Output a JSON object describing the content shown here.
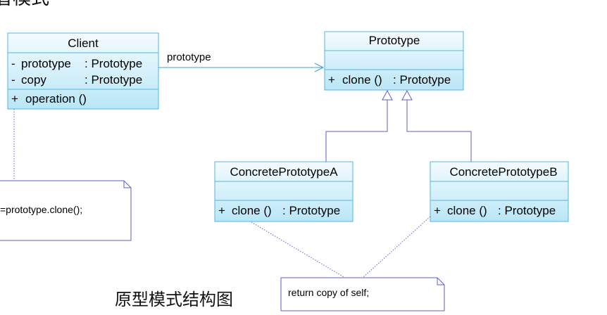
{
  "colors": {
    "class_fill_top": "#f4fbff",
    "class_fill_bottom": "#b9e6f7",
    "class_border": "#52b7e0",
    "note_border": "#5d61c6",
    "line_color": "#5d61c6",
    "assoc_color": "#3a9fd0"
  },
  "top_partial_text": "者模式",
  "classes": {
    "client": {
      "name": "Client",
      "attributes": [
        {
          "visibility": "-",
          "name": "prototype",
          "type": ": Prototype"
        },
        {
          "visibility": "-",
          "name": "copy",
          "type": ": Prototype"
        }
      ],
      "operations": [
        {
          "visibility": "+",
          "name": "operation ()"
        }
      ]
    },
    "prototype": {
      "name": "Prototype",
      "operations": [
        {
          "visibility": "+",
          "name": "clone ()",
          "type": ": Prototype"
        }
      ]
    },
    "concreteA": {
      "name": "ConcretePrototypeA",
      "operations": [
        {
          "visibility": "+",
          "name": "clone ()",
          "type": ": Prototype"
        }
      ]
    },
    "concreteB": {
      "name": "ConcretePrototypeB",
      "operations": [
        {
          "visibility": "+",
          "name": "clone ()",
          "type": ": Prototype"
        }
      ]
    }
  },
  "association": {
    "label": "prototype"
  },
  "notes": {
    "client_note": "=prototype.clone();",
    "concrete_note": "return copy of self;"
  },
  "caption": "原型模式结构图"
}
